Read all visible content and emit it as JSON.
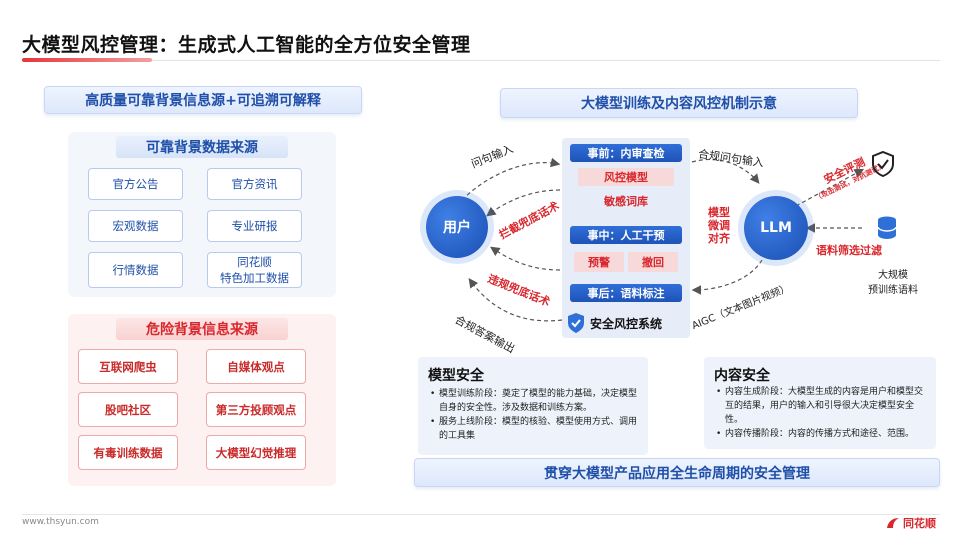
{
  "page": {
    "title": "大模型风控管理：生成式人工智能的全方位安全管理"
  },
  "left": {
    "banner": "高质量可靠背景信息源+可追溯可解释",
    "reliable": {
      "title": "可靠背景数据来源",
      "items": [
        "官方公告",
        "官方资讯",
        "宏观数据",
        "专业研报",
        "行情数据"
      ],
      "special_line1": "同花顺",
      "special_line2": "特色加工数据"
    },
    "risky": {
      "title": "危险背景信息来源",
      "items": [
        "互联网爬虫",
        "自媒体观点",
        "股吧社区",
        "第三方投顾观点",
        "有毒训练数据",
        "大模型幻觉推理"
      ]
    }
  },
  "right": {
    "banner": "大模型训练及内容风控机制示意",
    "user": "用户",
    "llm": "LLM",
    "system": {
      "pre": "事前：内审查检",
      "pre_items": [
        "风控模型",
        "敏感词库"
      ],
      "mid": "事中：人工干预",
      "mid_items": [
        "预警",
        "撤回"
      ],
      "post": "事后：语料标注",
      "name": "安全风控系统"
    },
    "labels": {
      "q_in": "问句输入",
      "compliant_q_in": "合规问句输入",
      "intercept": "拦截兜底话术",
      "violate": "违规兜底话术",
      "compliant_out": "合规答案输出",
      "finetune": "模型\n微调\n对齐",
      "aigc": "AIGC（文本图片视频）",
      "safety_eval": "安全评测",
      "safety_eval_sub": "（攻击测试，对抗测试）",
      "corpus_filter": "语料筛选过滤",
      "pretrain_l1": "大规模",
      "pretrain_l2": "预训练语料"
    }
  },
  "cards": {
    "model": {
      "title": "模型安全",
      "items": [
        "模型训练阶段：奠定了模型的能力基础，决定模型自身的安全性。涉及数据和训练方案。",
        "服务上线阶段：模型的核验、模型使用方式、调用的工具集"
      ]
    },
    "content": {
      "title": "内容安全",
      "items": [
        "内容生成阶段：大模型生成的内容是用户和模型交互的结果，用户的输入和引导很大决定模型安全性。",
        "内容传播阶段：内容的传播方式和途径、范围。"
      ]
    }
  },
  "bottom_banner": "贯穿大模型产品应用全生命周期的安全管理",
  "footer": {
    "url": "www.thsyun.com",
    "logo": "同花顺"
  },
  "colors": {
    "primary_blue": "#1f4fa8",
    "accent_red": "#d8272d"
  }
}
